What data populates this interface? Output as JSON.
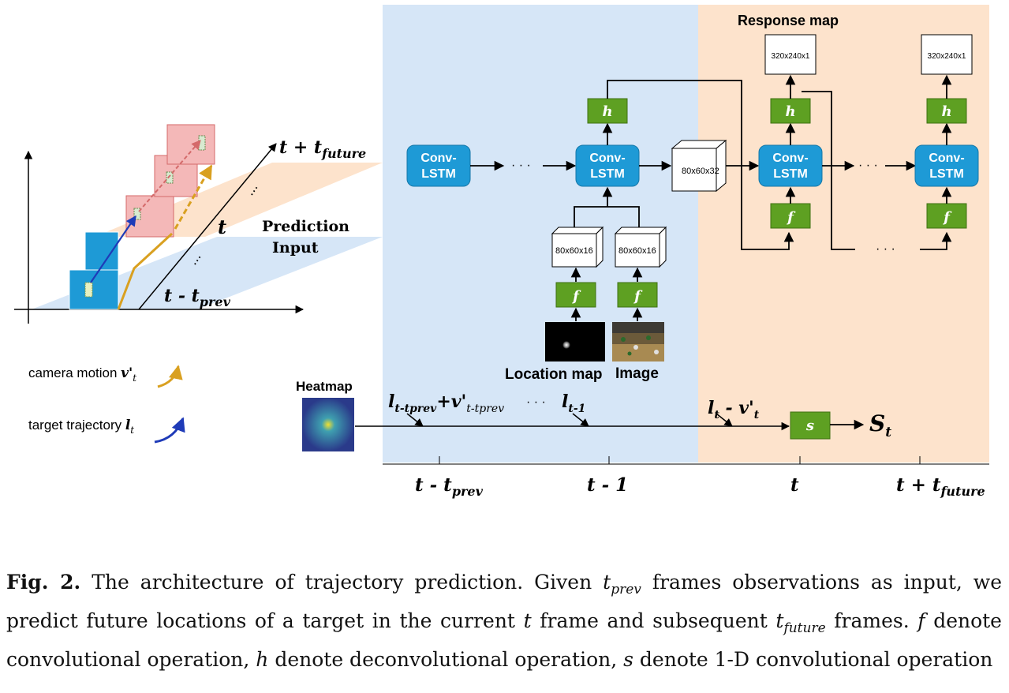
{
  "figure": {
    "left_panel": {
      "axis_label_future": "t + t",
      "axis_label_future_sub": "future",
      "axis_label_t": "t",
      "axis_label_prev": "t - t",
      "axis_label_prev_sub": "prev",
      "prediction_label": "Prediction",
      "input_label": "Input",
      "dots": "...",
      "legend": [
        {
          "text": "camera motion ",
          "symbol": "v'",
          "symbol_sub": "t",
          "color": "#d9a020"
        },
        {
          "text": "target trajectory ",
          "symbol": "l",
          "symbol_sub": "t",
          "color": "#1f3bb8"
        }
      ]
    },
    "network": {
      "response_map_label": "Response map",
      "convlstm_label_1": "Conv-",
      "convlstm_label_2": "LSTM",
      "h_label": "h",
      "f_label": "f",
      "s_label": "s",
      "output_label": "S",
      "output_sub": "t",
      "response_size": "320x240x1",
      "tensor_80x60x32": "80x60x32",
      "tensor_80x60x16": "80x60x16",
      "location_map_label": "Location map",
      "image_label": "Image",
      "heatmap_label": "Heatmap",
      "ellipsis": "· · ·",
      "seq_labels": [
        {
          "main": "l",
          "sub": "t-tprev",
          "extra": "+v'",
          "extra_sub": "t-tprev"
        },
        {
          "main": "l",
          "sub": "t-1"
        },
        {
          "main": "l",
          "sub": "t",
          "extra": " - v'",
          "extra_sub": "t"
        }
      ],
      "time_ticks": [
        {
          "main": "t - t",
          "sub": "prev"
        },
        {
          "main": "t - 1",
          "sub": ""
        },
        {
          "main": "t",
          "sub": ""
        },
        {
          "main": "t + t",
          "sub": "future"
        }
      ],
      "colors": {
        "blue_bg": "#d6e6f7",
        "orange_bg": "#fde3cc",
        "convlstm": "#1e9ad6",
        "green": "#5ea022"
      }
    }
  },
  "caption": {
    "fig_label": "Fig. 2.",
    "text": "The architecture of trajectory prediction. Given t_prev frames observations as input, we predict future locations of a target in the current t frame and subsequent t_future frames. f denote convolutional operation, h denote deconvolutional operation, s denote 1-D convolutional operation"
  }
}
